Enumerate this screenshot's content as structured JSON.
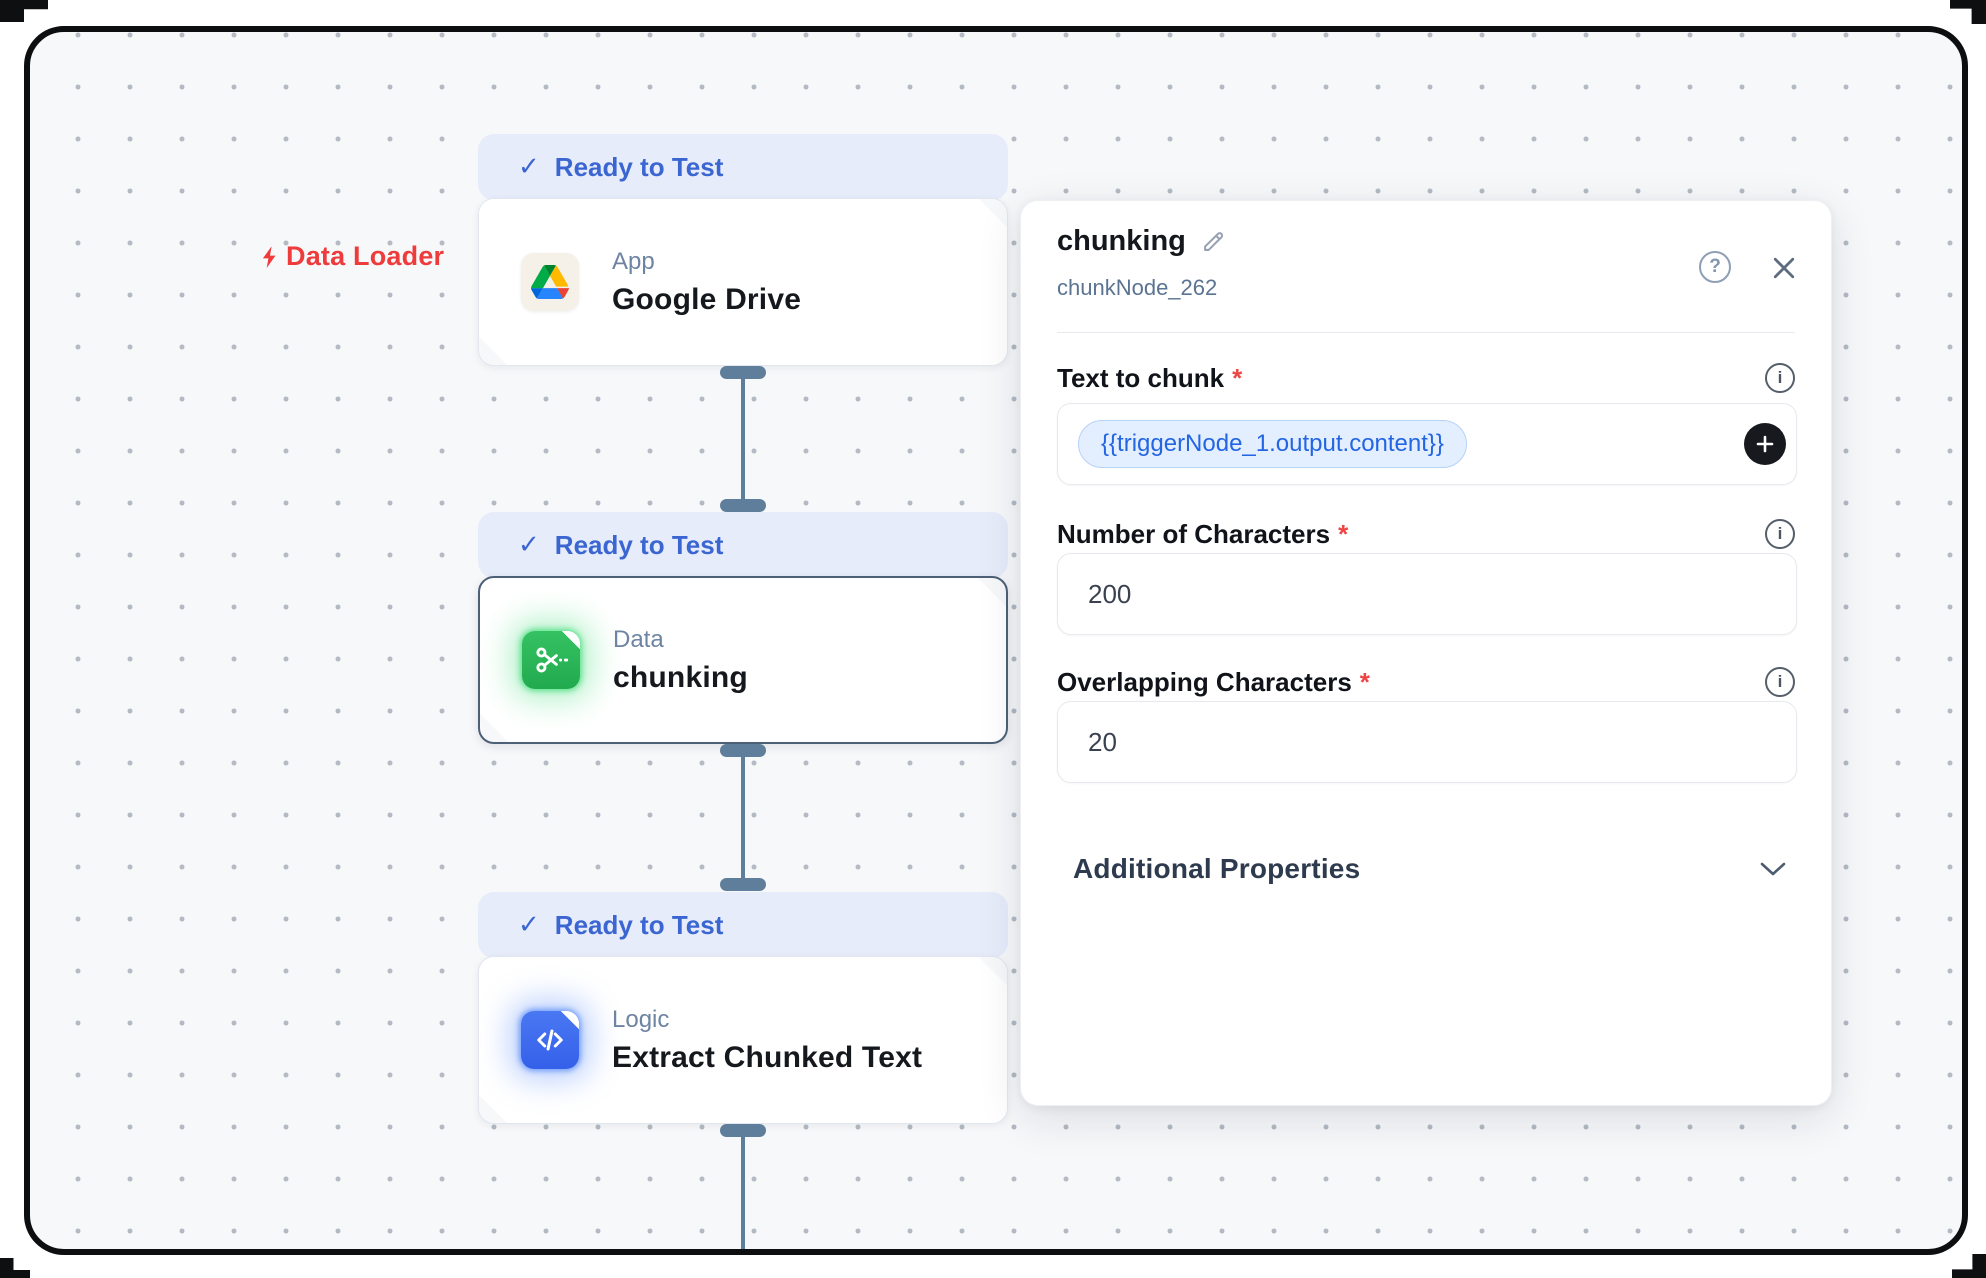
{
  "canvas": {
    "flow_label": {
      "text": "Data Loader"
    },
    "nodes": [
      {
        "status": "Ready to Test",
        "category": "App",
        "title": "Google Drive",
        "icon": "google-drive-icon",
        "selected": false
      },
      {
        "status": "Ready to Test",
        "category": "Data",
        "title": "chunking",
        "icon": "scissors-icon",
        "selected": true
      },
      {
        "status": "Ready to Test",
        "category": "Logic",
        "title": "Extract Chunked Text",
        "icon": "code-icon",
        "selected": false
      }
    ]
  },
  "panel": {
    "title": "chunking",
    "node_id": "chunkNode_262",
    "fields": [
      {
        "label": "Text to chunk",
        "required": "*",
        "token": "{{triggerNode_1.output.content}}"
      },
      {
        "label": "Number of Characters",
        "required": "*",
        "value": "200"
      },
      {
        "label": "Overlapping Characters",
        "required": "*",
        "value": "20"
      }
    ],
    "additional_section": {
      "label": "Additional Properties"
    }
  },
  "icons": {
    "check": "✓",
    "help": "?",
    "info": "i"
  },
  "colors": {
    "badge_text": "#3b66d2",
    "badge_bg": "#e7ecfb",
    "flow_label_red": "#ee3b3b",
    "node_green": "#2db55d",
    "node_blue": "#3c6cf0",
    "connector": "#5e7e9b",
    "token_text": "#2465e3",
    "token_bg": "#e3effe",
    "required_asterisk": "#ef4444",
    "canvas_bg": "#f7f8fa"
  }
}
